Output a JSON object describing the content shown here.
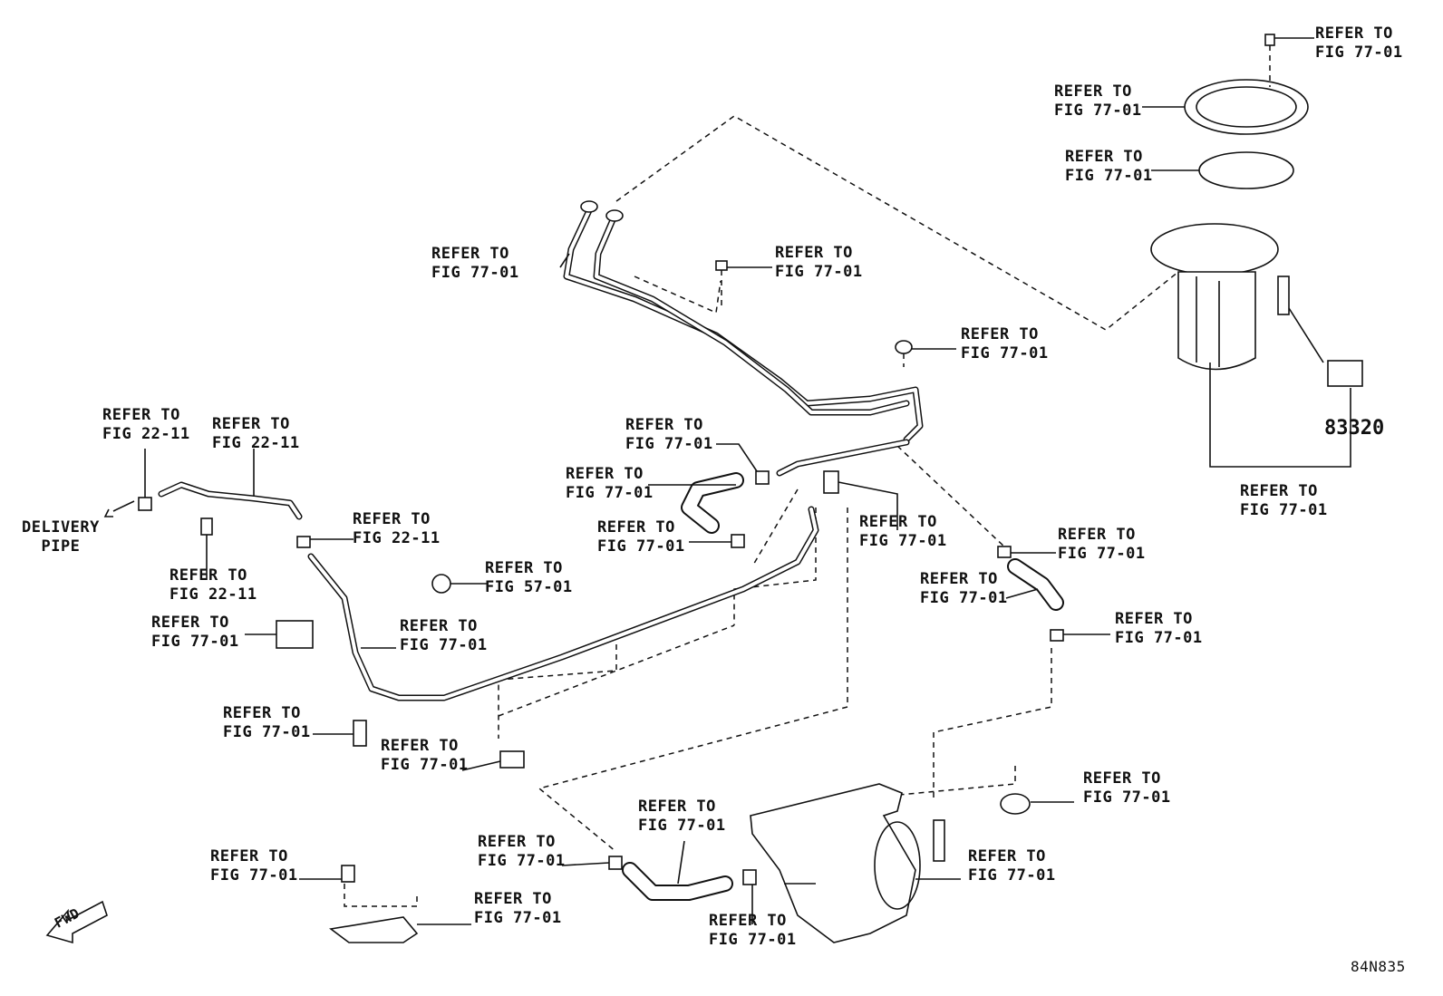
{
  "callouts": {
    "refer_77_01": "REFER TO\nFIG 77-01",
    "refer_22_11": "REFER TO\nFIG 22-11",
    "refer_57_01": "REFER TO\nFIG 57-01"
  },
  "labels": {
    "delivery_pipe": "DELIVERY\nPIPE",
    "part_number": "83320",
    "fwd": "FWD",
    "diagram_code": "84N835"
  }
}
